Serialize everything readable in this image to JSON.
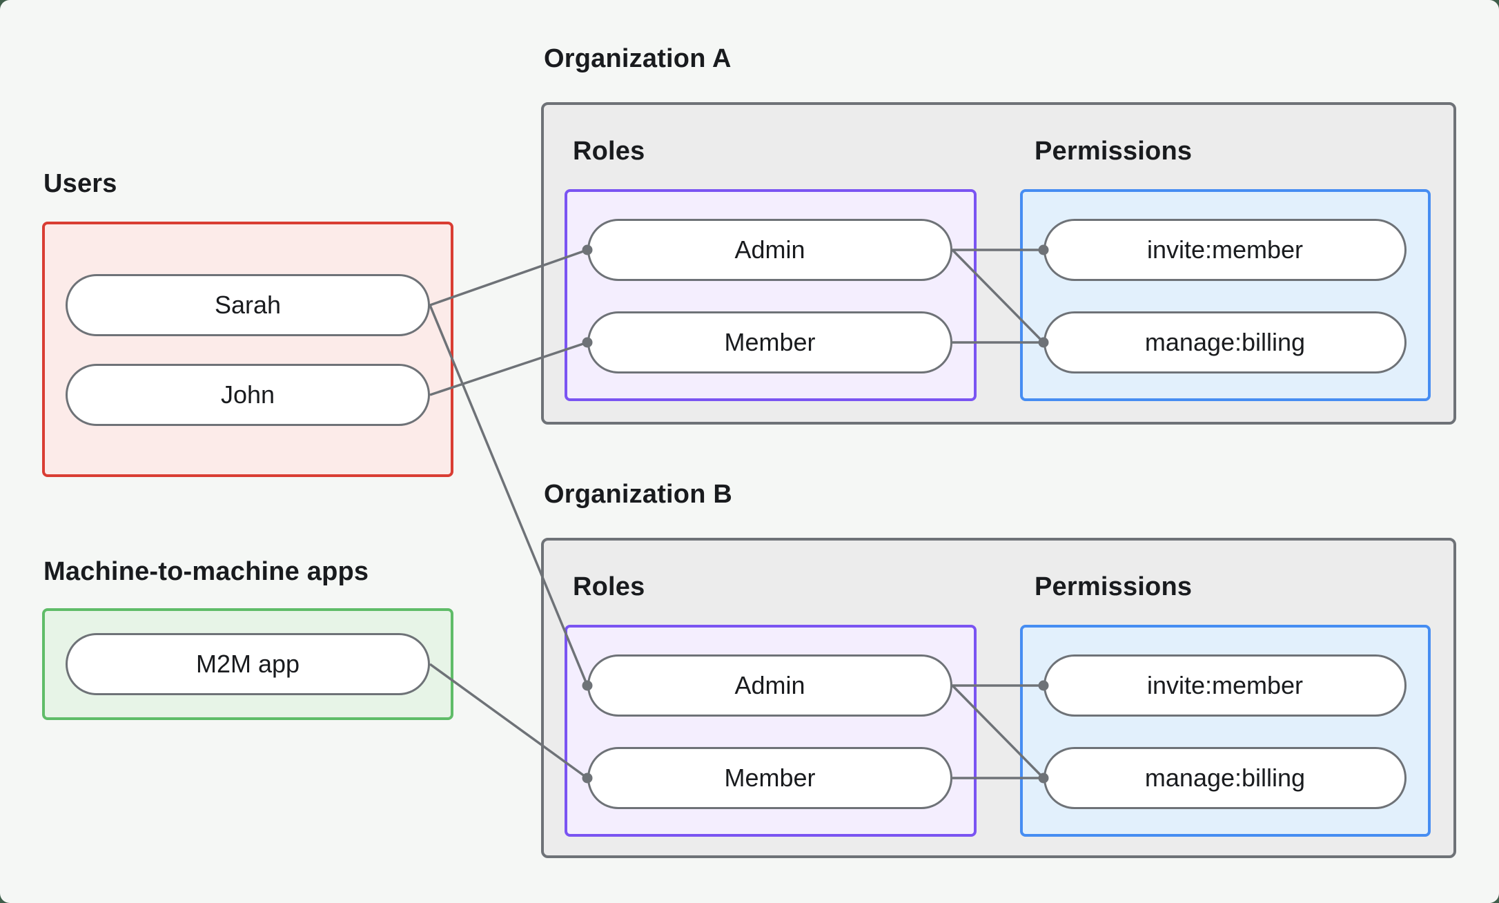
{
  "colors": {
    "page_bg": "#3f5e4a",
    "card_bg": "#f5f7f5",
    "text": "#191b1e",
    "line": "#6e7277",
    "org_bg": "#ececec",
    "org_border": "#6e7277",
    "users_bg": "#fcebe9",
    "users_border": "#d93d33",
    "m2m_bg": "#e7f4e7",
    "m2m_border": "#5fbc68",
    "roles_bg": "#f4eefe",
    "roles_border": "#7a54f2",
    "perms_bg": "#e2f0fc",
    "perms_border": "#468df2",
    "pill_bg": "#ffffff",
    "pill_border": "#6e7277"
  },
  "left": {
    "users_label": "Users",
    "users": [
      "Sarah",
      "John"
    ],
    "m2m_label": "Machine-to-machine apps",
    "m2m_apps": [
      "M2M app"
    ]
  },
  "organizations": [
    {
      "title": "Organization A",
      "roles_label": "Roles",
      "permissions_label": "Permissions",
      "roles": [
        "Admin",
        "Member"
      ],
      "permissions": [
        "invite:member",
        "manage:billing"
      ]
    },
    {
      "title": "Organization B",
      "roles_label": "Roles",
      "permissions_label": "Permissions",
      "roles": [
        "Admin",
        "Member"
      ],
      "permissions": [
        "invite:member",
        "manage:billing"
      ]
    }
  ],
  "edges": [
    {
      "from": "user-sarah",
      "to": "org-a-role-admin"
    },
    {
      "from": "user-sarah",
      "to": "org-b-role-admin"
    },
    {
      "from": "user-john",
      "to": "org-a-role-member"
    },
    {
      "from": "m2m-app",
      "to": "org-b-role-member"
    },
    {
      "from": "org-a-role-admin",
      "to": "org-a-perm-invite"
    },
    {
      "from": "org-a-role-admin",
      "to": "org-a-perm-manage"
    },
    {
      "from": "org-a-role-member",
      "to": "org-a-perm-manage"
    },
    {
      "from": "org-b-role-admin",
      "to": "org-b-perm-invite"
    },
    {
      "from": "org-b-role-admin",
      "to": "org-b-perm-manage"
    },
    {
      "from": "org-b-role-member",
      "to": "org-b-perm-manage"
    }
  ]
}
